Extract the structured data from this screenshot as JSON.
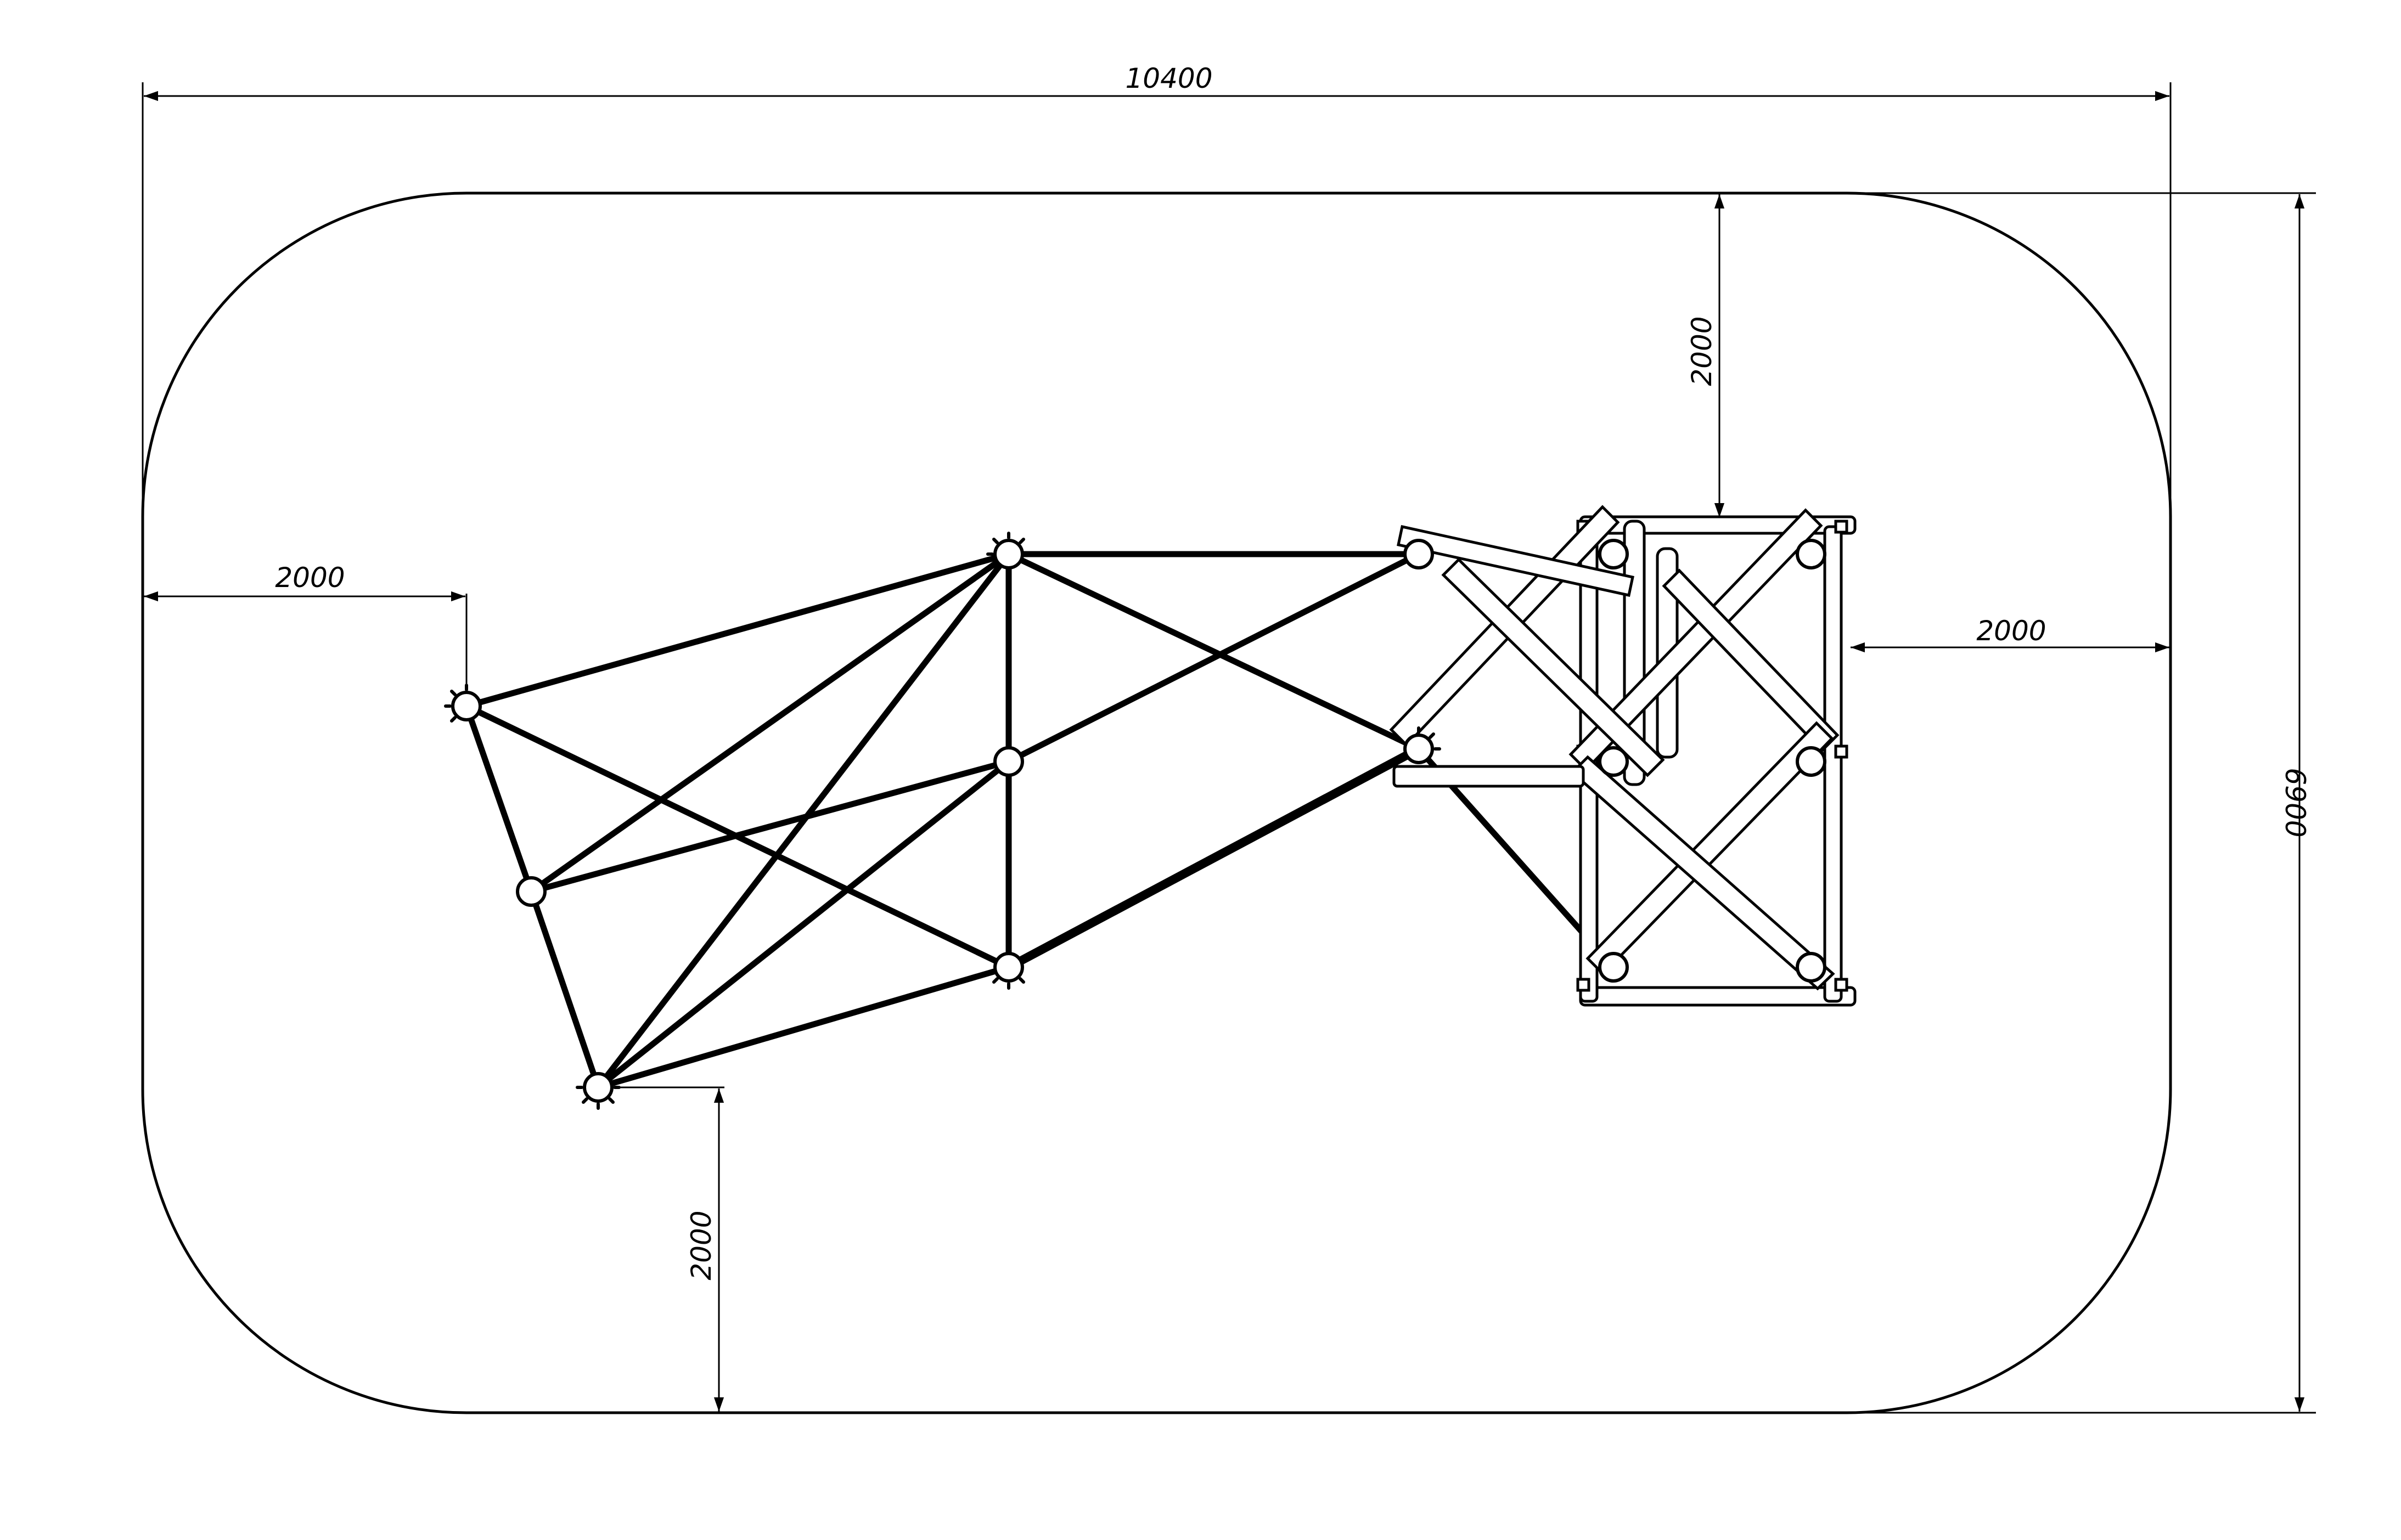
{
  "colors": {
    "ink": "#000000",
    "paper": "#ffffff"
  },
  "dimensions": {
    "overall_width": "10400",
    "overall_height": "6900",
    "left_clearance": "2000",
    "bottom_clearance": "2000",
    "top_clearance": "2000",
    "right_clearance": "2000"
  }
}
